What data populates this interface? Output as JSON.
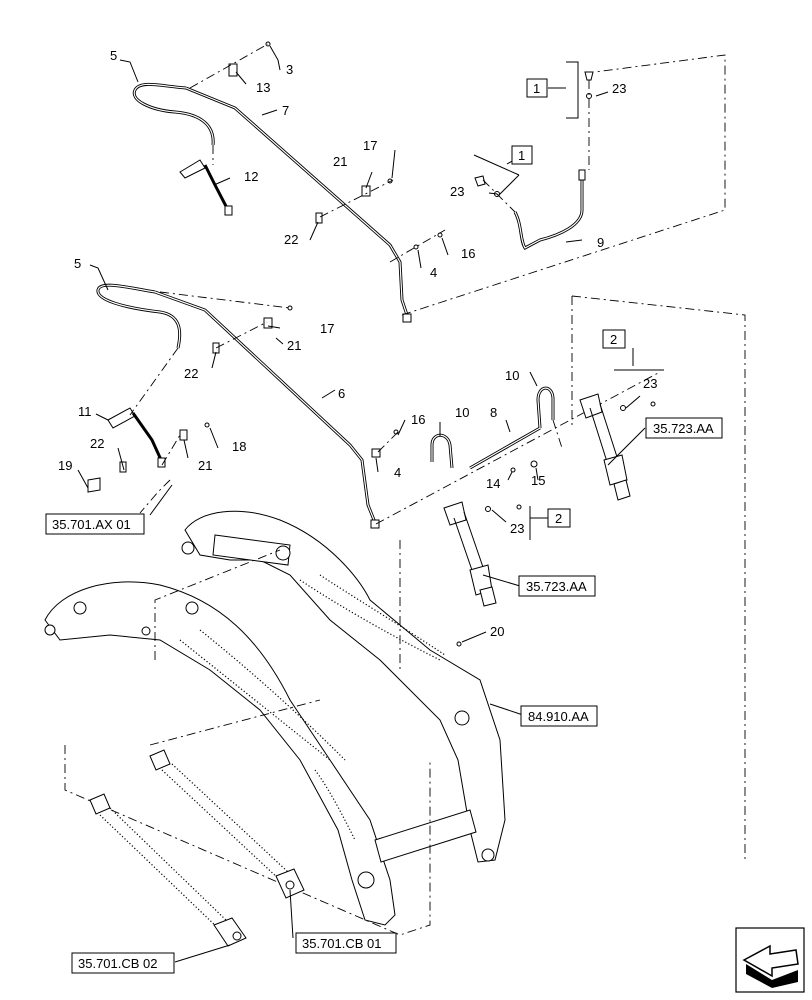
{
  "callouts": {
    "c3": "3",
    "c13": "13",
    "c5a": "5",
    "c7": "7",
    "c12": "12",
    "c21a": "21",
    "c17a": "17",
    "c22a": "22",
    "c4a": "4",
    "c16a": "16",
    "c23a": "23",
    "c23b": "23",
    "c9": "9",
    "c5b": "5",
    "c6": "6",
    "c17b": "17",
    "c21b": "21",
    "c22b": "22",
    "c11": "11",
    "c22c": "22",
    "c19": "19",
    "c21c": "21",
    "c18": "18",
    "c16b": "16",
    "c4b": "4",
    "c10a": "10",
    "c10b": "10",
    "c8": "8",
    "c14": "14",
    "c15": "15",
    "c23c": "23",
    "c23d": "23",
    "c20": "20"
  },
  "boxes": {
    "b1a": "1",
    "b1b": "1",
    "b2a": "2",
    "b2b": "2"
  },
  "refs": {
    "r1": "35.701.AX 01",
    "r2": "35.723.AA",
    "r3": "35.723.AA",
    "r4": "84.910.AA",
    "r5": "35.701.CB 01",
    "r6": "35.701.CB 02"
  }
}
